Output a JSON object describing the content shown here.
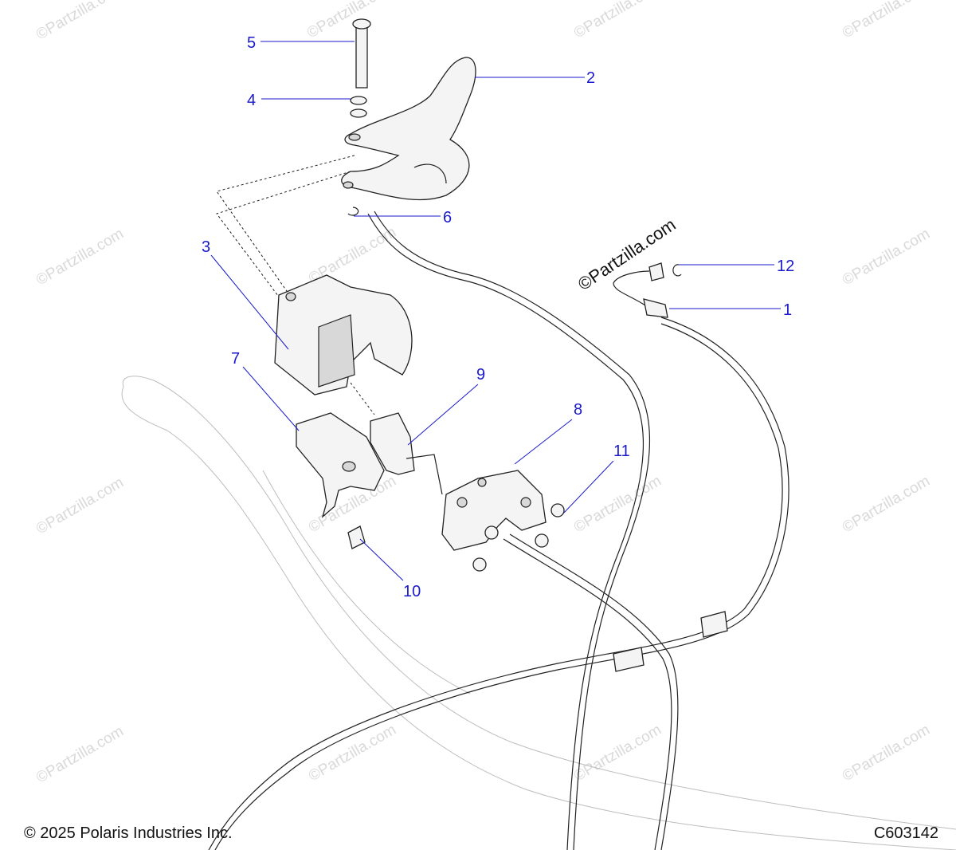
{
  "callouts": [
    {
      "id": "1",
      "label": "1"
    },
    {
      "id": "2",
      "label": "2"
    },
    {
      "id": "3",
      "label": "3"
    },
    {
      "id": "4",
      "label": "4"
    },
    {
      "id": "5",
      "label": "5"
    },
    {
      "id": "6",
      "label": "6"
    },
    {
      "id": "7",
      "label": "7"
    },
    {
      "id": "8",
      "label": "8"
    },
    {
      "id": "9",
      "label": "9"
    },
    {
      "id": "10",
      "label": "10"
    },
    {
      "id": "11",
      "label": "11"
    },
    {
      "id": "12",
      "label": "12"
    }
  ],
  "watermark": {
    "repeated": "©Partzilla.com",
    "center": "©Partzilla.com"
  },
  "footer": {
    "copyright": "© 2025 Polaris Industries Inc.",
    "drawing_id": "C603142"
  },
  "colors": {
    "callout": "#1a1acc",
    "line": "#222222",
    "watermark": "#d9d9d9"
  }
}
